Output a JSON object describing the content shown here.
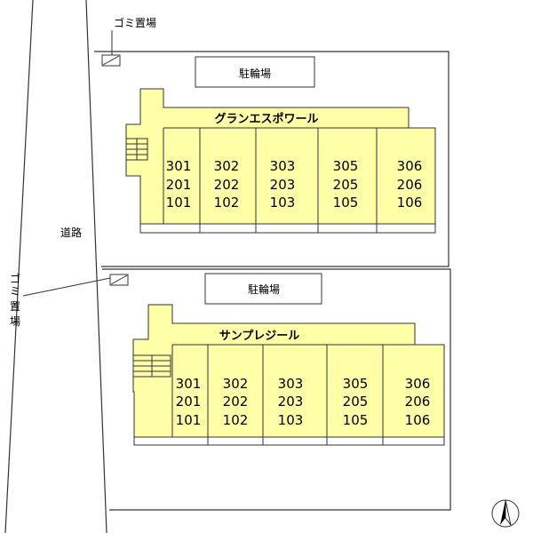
{
  "road": {
    "label": "道路"
  },
  "garbage_top": {
    "label": "ゴミ置場"
  },
  "garbage_left": {
    "label": "ゴミ置場",
    "chars": [
      "ゴ",
      "ミ",
      "置",
      "場"
    ]
  },
  "buildings": [
    {
      "name": "グランエスポワール",
      "bike_parking": "駐輪場",
      "units": [
        [
          "301",
          "201",
          "101"
        ],
        [
          "302",
          "202",
          "102"
        ],
        [
          "303",
          "203",
          "103"
        ],
        [
          "305",
          "205",
          "105"
        ],
        [
          "306",
          "206",
          "106"
        ]
      ]
    },
    {
      "name": "サンプレジール",
      "bike_parking": "駐輪場",
      "units": [
        [
          "301",
          "201",
          "101"
        ],
        [
          "302",
          "202",
          "102"
        ],
        [
          "303",
          "203",
          "103"
        ],
        [
          "305",
          "205",
          "105"
        ],
        [
          "306",
          "206",
          "106"
        ]
      ]
    }
  ],
  "compass": {
    "label": "N"
  },
  "colors": {
    "building_fill": "#ffffa8",
    "line": "#333333"
  }
}
